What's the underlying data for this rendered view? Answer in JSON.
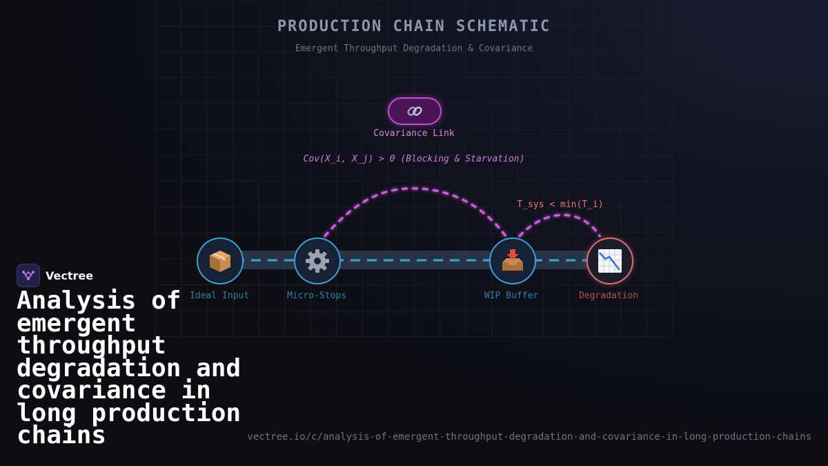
{
  "header": {
    "title": "PRODUCTION CHAIN SCHEMATIC",
    "subtitle": "Emergent Throughput Degradation & Covariance"
  },
  "covariance": {
    "icon": "link-icon",
    "label": "Covariance Link",
    "formula": "Cov(X_i, X_j) > 0 (Blocking & Starvation)"
  },
  "throughput_note": "T_sys < min(T_i)",
  "nodes": [
    {
      "label": "Ideal Input",
      "icon": "package-icon"
    },
    {
      "label": "Micro-Stops",
      "icon": "gear-icon"
    },
    {
      "label": "WIP Buffer",
      "icon": "inbox-tray-icon"
    },
    {
      "label": "Degradation",
      "icon": "chart-decreasing-icon"
    }
  ],
  "colors": {
    "flow": "#3ea3d8",
    "covariance": "#c24fd4",
    "degradation": "#e07070"
  },
  "brand": {
    "name": "Vectree"
  },
  "headline": "Analysis of emergent throughput degradation and covariance in long production chains",
  "url": "vectree.io/c/analysis-of-emergent-throughput-degradation-and-covariance-in-long-production-chains"
}
